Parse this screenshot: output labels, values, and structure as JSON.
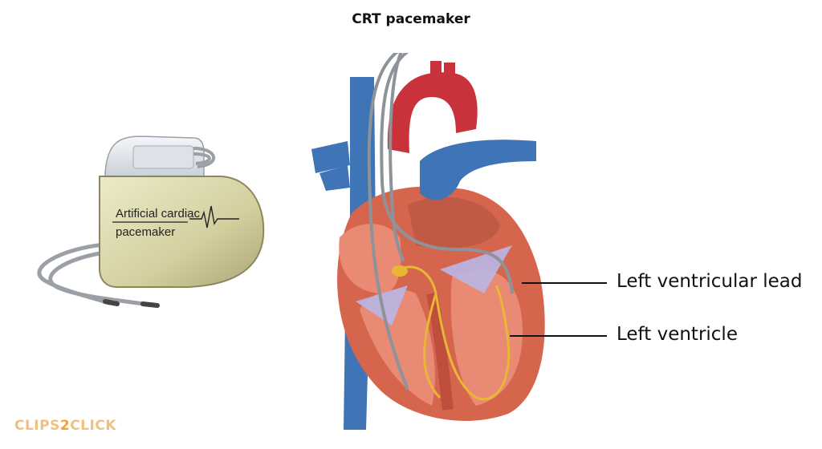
{
  "title": "CRT pacemaker",
  "pacemaker": {
    "label_line1": "Artificial cardiac",
    "label_line2": "pacemaker"
  },
  "callouts": {
    "lead": "Left ventricular lead",
    "ventricle": "Left ventricle"
  },
  "logo": {
    "part1": "CLIPS",
    "part2": "2",
    "part3": "CLICK",
    "colors": {
      "text": "#f0c080",
      "accent": "#f0a040"
    }
  },
  "colors": {
    "vein_blue": "#3f74b7",
    "artery_red": "#c9323a",
    "muscle": "#d6654e",
    "chamber": "#e98a75",
    "valve": "#b9b6e6",
    "lead_yellow": "#e8b733",
    "device_body": "#d9d6a8",
    "device_header": "#e6e9ee"
  }
}
